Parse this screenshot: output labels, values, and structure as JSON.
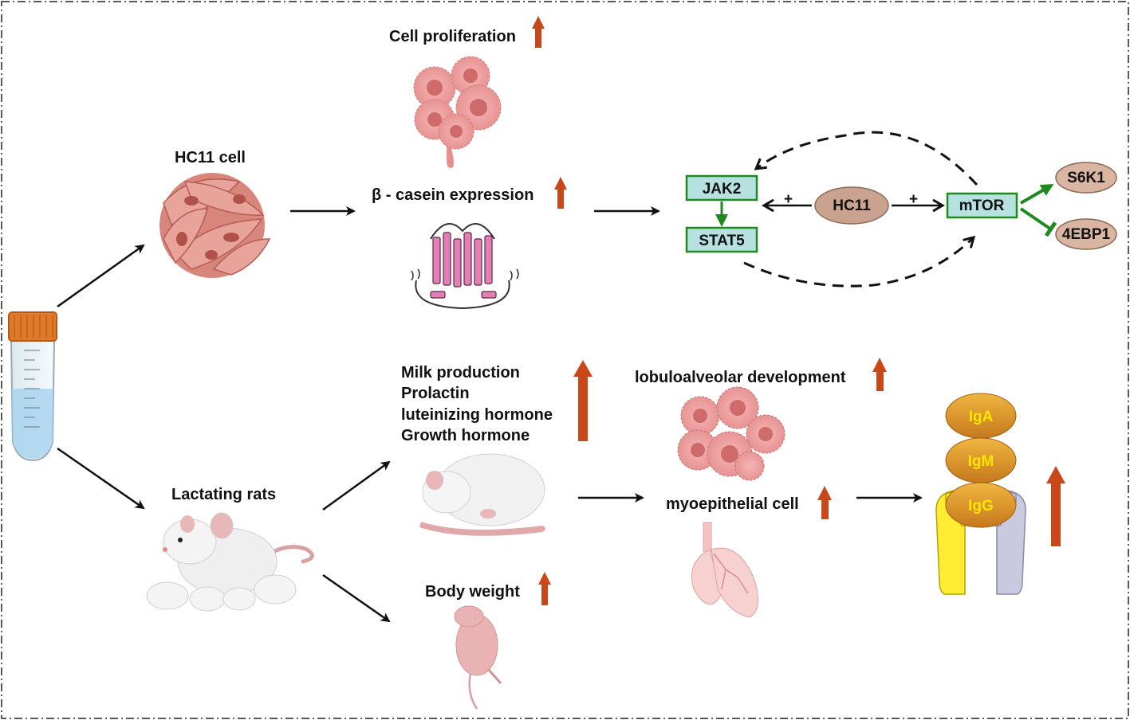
{
  "colors": {
    "arrow": "#111111",
    "up_arrow": "#c8481a",
    "green": "#1f8a1f",
    "box_fill": "#b7e1e1",
    "ellipse_fill": "#c9a38f",
    "ig_fill": "#e49a2a"
  },
  "labels": {
    "hc11_cell": "HC11 cell",
    "cell_proliferation": "Cell proliferation",
    "beta_casein": "β - casein expression",
    "lactating_rats": "Lactating rats",
    "milk_production": "Milk production",
    "prolactin": "Prolactin",
    "luteinizing_hormone": "luteinizing hormone",
    "growth_hormone": "Growth hormone",
    "lobuloalveolar": "lobuloalveolar development",
    "myoepithelial": "myoepithelial cell",
    "body_weight": "Body weight"
  },
  "pathway": {
    "jak2": "JAK2",
    "stat5": "STAT5",
    "hc11": "HC11",
    "mtor": "mTOR",
    "s6k1": "S6K1",
    "ebp1": "4EBP1",
    "plus_left": "+",
    "plus_right": "+"
  },
  "immunoglobulins": {
    "iga": "IgA",
    "igm": "IgM",
    "igg": "IgG"
  },
  "icons": [
    "falcon-tube-icon",
    "hc11-cell-cluster-icon",
    "proliferating-cells-icon",
    "casein-protein-icon",
    "mother-rat-with-pups-icon",
    "lactating-rat-icon",
    "rat-pup-icon",
    "alveolar-tissue-icon",
    "mammary-gland-icon",
    "antibody-icon"
  ]
}
